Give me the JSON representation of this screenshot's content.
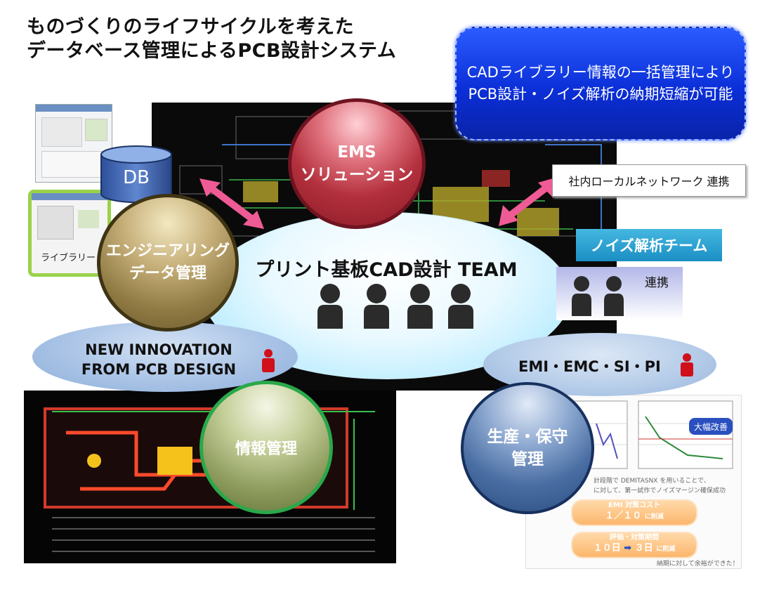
{
  "title": {
    "line1": "ものづくりのライフサイクルを考えた",
    "line2": "データベース管理によるPCB設計システム"
  },
  "callout": {
    "line1": "CADライブラリー情報の一括管理により",
    "line2": "PCB設計・ノイズ解析の納期短縮が可能"
  },
  "db_label": "DB",
  "library_label": "ライブラリー",
  "circles": {
    "ems": {
      "line1": "EMS",
      "line2": "ソリューション"
    },
    "engineering": {
      "line1": "エンジニアリング",
      "line2": "データ管理"
    },
    "info": {
      "line1": "情報管理"
    },
    "production": {
      "line1": "生産・保守",
      "line2": "管理"
    }
  },
  "cloud_title": "プリント基板CAD設計 TEAM",
  "innovation": {
    "line1": "NEW INNOVATION",
    "line2": "FROM PCB DESIGN"
  },
  "emi_label": "EMI・EMC・SI・PI",
  "network_label": "社内ローカルネットワーク 連携",
  "noise_team_label": "ノイズ解析チーム",
  "collab_label": "連携",
  "report": {
    "badge": "大幅改善",
    "text1": "計段階で DEMITASNX を用いることで、",
    "text2": "に対して、第一試作でノイズマージン確保成功",
    "cost_label": "EMI 対策コスト",
    "cost_value": "１／１０",
    "cost_suffix": "に削減",
    "period_label": "評価・対策期間",
    "period_from": "１０日",
    "period_to": "３日",
    "period_suffix": "に削減",
    "footer": "納期に対して余裕ができた！"
  },
  "colors": {
    "callout": "#0b2fd8",
    "ems": "#b3303d",
    "engineering": "#907a44",
    "info_border": "#2aa84a",
    "production": "#4a6ea3",
    "arrow": "#ef5b94",
    "noise_team": "#1b8ec4"
  }
}
